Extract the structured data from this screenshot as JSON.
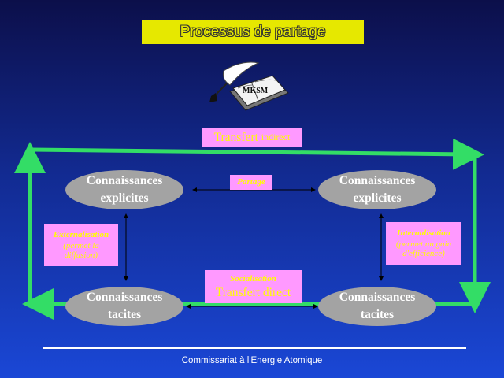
{
  "title": "Processus de partage",
  "book_label": "MKSM",
  "transfer_indirect": {
    "strong": "Transfert",
    "rest": "indirect"
  },
  "nodes": {
    "top_left": {
      "line1": "Connaissances",
      "line2": "explicites"
    },
    "top_right": {
      "line1": "Connaissances",
      "line2": "explicites"
    },
    "bottom_left": {
      "line1": "Connaissances",
      "line2": "tacites"
    },
    "bottom_right": {
      "line1": "Connaissances",
      "line2": "tacites"
    }
  },
  "partage": "Partage",
  "externalisation": {
    "title": "Externalisation",
    "line1": "(permet la",
    "line2": "diffusion)"
  },
  "internalisation": {
    "title": "Internalisation",
    "line1": "(permet un gain",
    "line2": "d'efficience)"
  },
  "socialisation": {
    "title": "Socialisation",
    "subtitle": "Transfert direct"
  },
  "footer": "Commissariat à l'Energie Atomique",
  "colors": {
    "loop": "#33dd66",
    "pink": "#ff99ff",
    "label": "#ffff00",
    "node": "#a3a3a3"
  }
}
